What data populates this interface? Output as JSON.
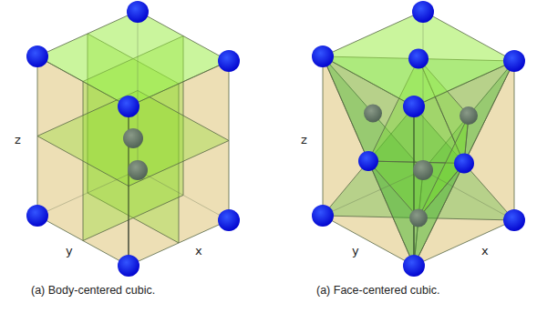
{
  "diagram": {
    "labels": [
      "z",
      "y",
      "x",
      "(a) Body-centered cubic.",
      "z",
      "y",
      "x",
      "(a) Face-centered cubic."
    ]
  }
}
